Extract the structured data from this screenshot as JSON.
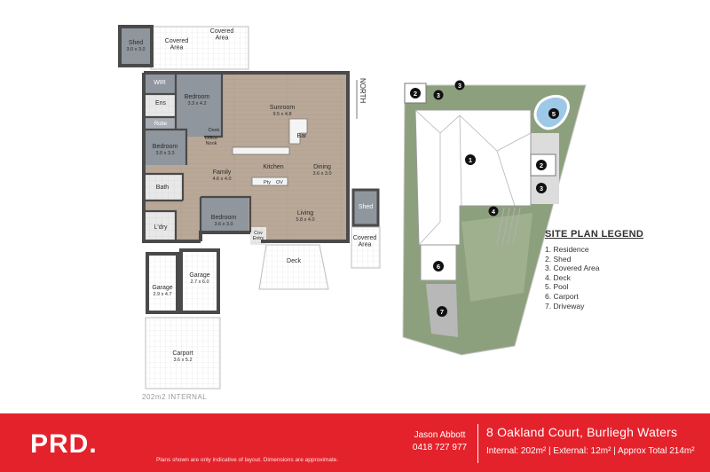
{
  "floorplan": {
    "rooms": {
      "shed": {
        "name": "Shed",
        "dims": "3.0 x 3.0"
      },
      "covered_top": {
        "name": "Covered\nArea"
      },
      "covered_top2": {
        "name": "Covered\nArea"
      },
      "wir": {
        "name": "WIR"
      },
      "ens": {
        "name": "Ens"
      },
      "robe": {
        "name": "Robe"
      },
      "bed1": {
        "name": "Bedroom",
        "dims": "3.3 x 4.2"
      },
      "sunroom": {
        "name": "Sunroom",
        "dims": "9.5 x 4.8"
      },
      "desk": {
        "name": "Desk"
      },
      "office": {
        "name": "Office\nNook"
      },
      "bar": {
        "name": "Bar"
      },
      "bed2": {
        "name": "Bedroom",
        "dims": "3.0 x 3.3"
      },
      "family": {
        "name": "Family",
        "dims": "4.6 x 4.0"
      },
      "kitchen": {
        "name": "Kitchen"
      },
      "dining": {
        "name": "Dining",
        "dims": "3.6 x 3.0"
      },
      "pty": {
        "name": "Pty"
      },
      "ov": {
        "name": "OV"
      },
      "bath": {
        "name": "Bath"
      },
      "linen": {
        "name": "L'dry"
      },
      "bed3": {
        "name": "Bedroom",
        "dims": "3.6 x 3.0"
      },
      "living": {
        "name": "Living",
        "dims": "5.8 x 4.0"
      },
      "cov_entry": {
        "name": "Cov\nEntry"
      },
      "shed_right": {
        "name": "Shed"
      },
      "covered_right": {
        "name": "Covered\nArea"
      },
      "deck": {
        "name": "Deck"
      },
      "garage1": {
        "name": "Garage",
        "dims": "2.9 x 4.7"
      },
      "garage2": {
        "name": "Garage",
        "dims": "2.7 x 6.0"
      },
      "carport": {
        "name": "Carport",
        "dims": "3.6 x 5.2"
      }
    },
    "north_label": "NORTH",
    "internal_label": "202m2 INTERNAL"
  },
  "site_plan": {
    "markers": [
      "1",
      "2",
      "3",
      "4",
      "5",
      "6",
      "7"
    ],
    "legend_title": "SITE PLAN LEGEND",
    "legend_items": [
      "1. Residence",
      "2. Shed",
      "3. Covered Area",
      "4. Deck",
      "5. Pool",
      "6. Carport",
      "7. Driveway"
    ]
  },
  "footer": {
    "logo": "PRD.",
    "disclaimer": "Plans shown are only indicative of layout. Dimensions are approximate.",
    "agent_name": "Jason Abbott",
    "agent_phone": "0418 727 977",
    "address": "8 Oakland Court, Burliegh Waters",
    "areas": "Internal: 202m² | External: 12m² | Approx Total 214m²"
  },
  "colors": {
    "brand_red": "#e4222b",
    "wall": "#4a4a4a",
    "timber_floor": "#b9a897",
    "tile_floor": "#e4e4e4",
    "carpet": "#8f969e",
    "grass": "#8da07e",
    "pool_water": "#9ec9e6"
  }
}
